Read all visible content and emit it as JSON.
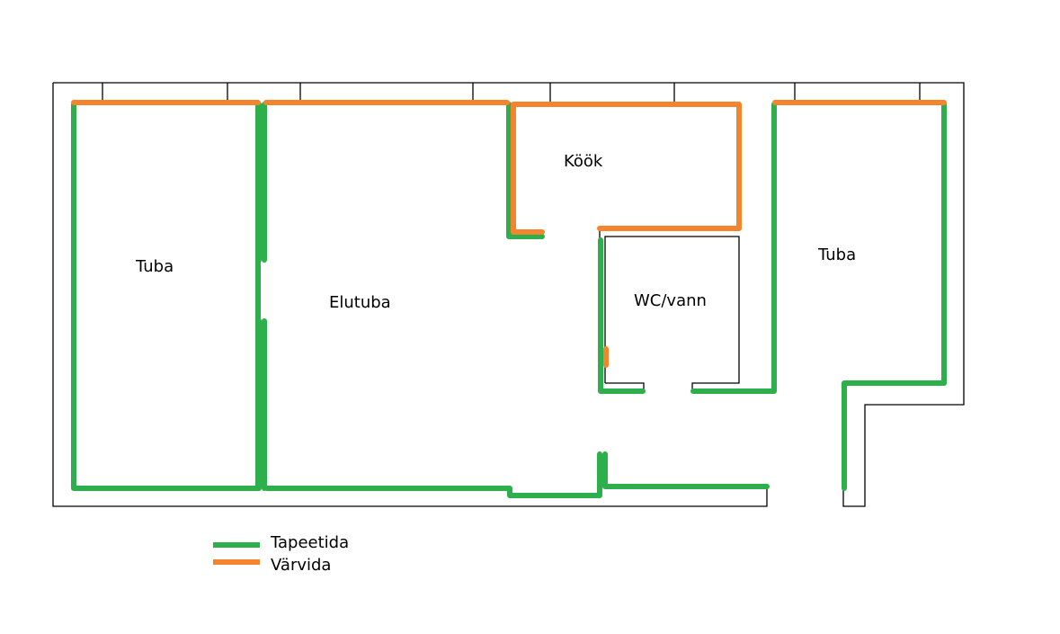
{
  "colors": {
    "wallpaper": "#2db04b",
    "paint": "#f5842f",
    "outline": "#000000"
  },
  "rooms": [
    {
      "id": "tuba-left",
      "label": "Tuba"
    },
    {
      "id": "elutuba",
      "label": "Elutuba"
    },
    {
      "id": "kook",
      "label": "Köök"
    },
    {
      "id": "wc-vann",
      "label": "WC/vann"
    },
    {
      "id": "tuba-right",
      "label": "Tuba"
    }
  ],
  "legend": [
    {
      "key": "wallpaper",
      "label": "Tapeetida"
    },
    {
      "key": "paint",
      "label": "Värvida"
    }
  ]
}
